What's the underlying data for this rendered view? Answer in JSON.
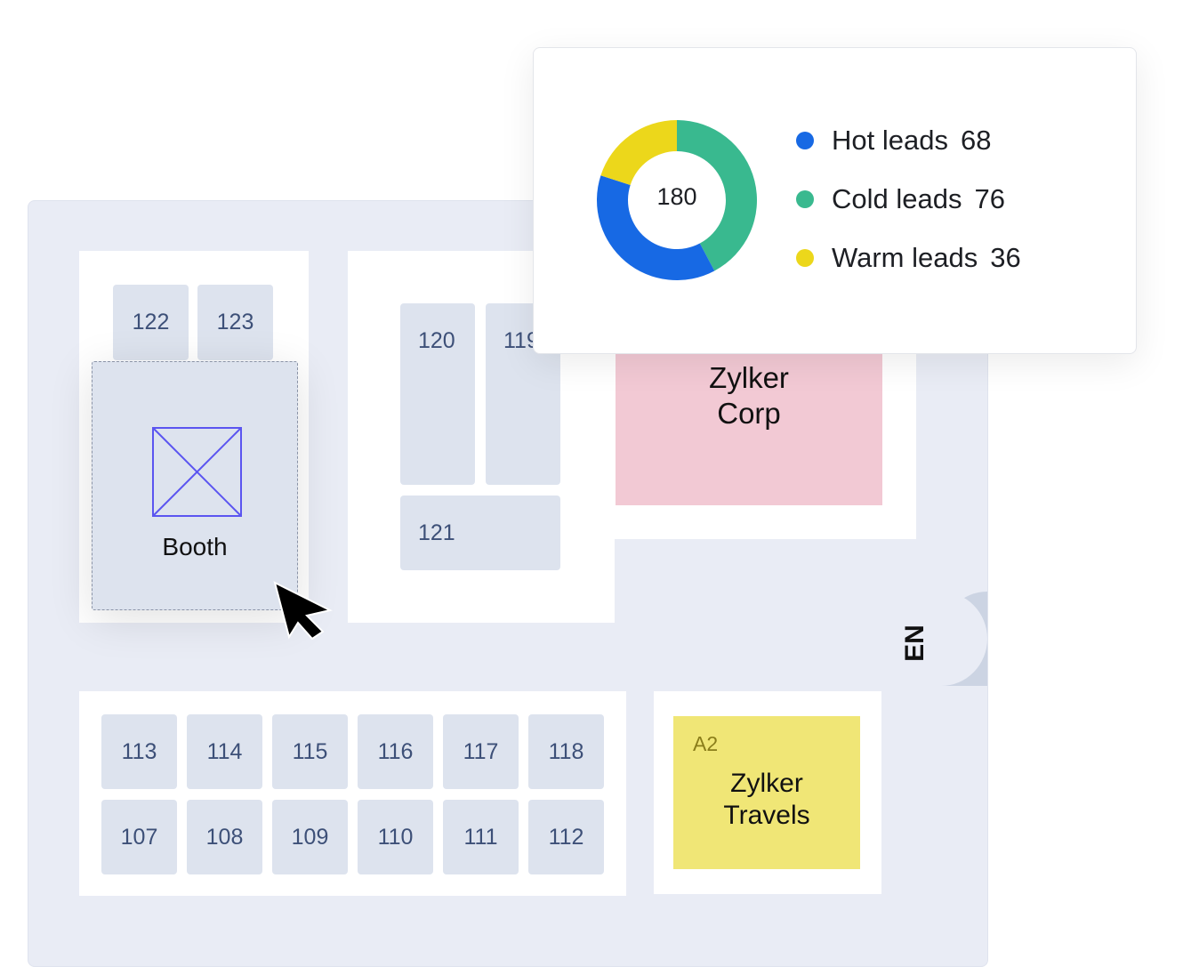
{
  "booths_top_left": [
    "122",
    "123"
  ],
  "booth_placeholder": {
    "label": "Booth",
    "icon": "image-placeholder-icon",
    "accent": "#5b55f0"
  },
  "booths_middle": [
    "120",
    "119",
    "121"
  ],
  "zylker_corp": {
    "name_line1": "Zylker",
    "name_line2": "Corp",
    "color": "#f2c9d4"
  },
  "entrance_label": "EN",
  "booths_bottom_row1": [
    "113",
    "114",
    "115",
    "116",
    "117",
    "118"
  ],
  "booths_bottom_row2": [
    "107",
    "108",
    "109",
    "110",
    "111",
    "112"
  ],
  "zylker_travels": {
    "code": "A2",
    "name_line1": "Zylker",
    "name_line2": "Travels",
    "color": "#f0e676"
  },
  "chart_data": {
    "type": "pie",
    "variant": "donut",
    "center_label": "180",
    "legend_placement": "right",
    "series": [
      {
        "name": "Cold leads",
        "value": 76,
        "color": "#39b98f"
      },
      {
        "name": "Hot leads",
        "value": 68,
        "color": "#1769e4"
      },
      {
        "name": "Warm leads",
        "value": 36,
        "color": "#ecd71b"
      }
    ],
    "legend": [
      {
        "label": "Hot leads",
        "value": "68",
        "color": "#1769e4"
      },
      {
        "label": "Cold leads",
        "value": "76",
        "color": "#39b98f"
      },
      {
        "label": "Warm leads",
        "value": "36",
        "color": "#ecd71b"
      }
    ]
  }
}
